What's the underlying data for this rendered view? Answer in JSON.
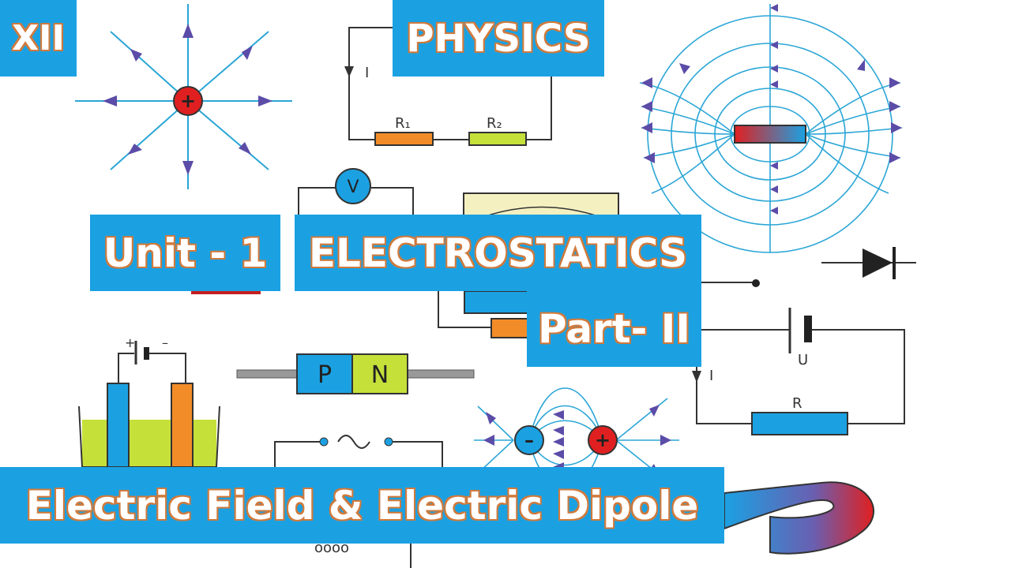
{
  "labels": {
    "grade": "XII",
    "subject": "PHYSICS",
    "unit": "Unit - 1",
    "chapter": "ELECTROSTATICS",
    "part": "Part- II",
    "topic": "Electric Field & Electric Dipole"
  },
  "diagram_text": {
    "current_label_1": "I",
    "resistor_1": "R₁",
    "resistor_2": "R₂",
    "voltmeter": "V",
    "battery_plus": "+",
    "battery_minus": "–",
    "p_region": "P",
    "n_region": "N",
    "charge_plus": "+",
    "dipole_minus": "–",
    "dipole_plus": "+",
    "battery_voltage": "U",
    "current_label_2": "I",
    "resistor_3": "R",
    "coil": "oooo"
  },
  "colors": {
    "label_bg": "#1ba1e2",
    "label_text": "#ffffff",
    "label_outline": "#d07a3c",
    "field_line": "#2ba6d6",
    "arrow": "#5b4ca8",
    "positive": "#e02020",
    "negative": "#1ba1e2",
    "resistor_orange": "#f28c28",
    "resistor_green": "#c6e03a",
    "wire": "#333333"
  }
}
